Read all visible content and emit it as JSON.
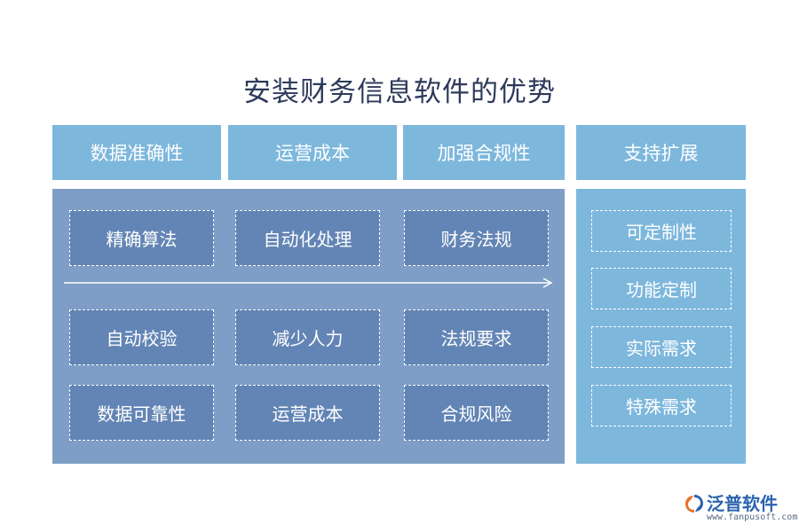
{
  "title": "安装财务信息软件的优势",
  "headers": [
    "数据准确性",
    "运营成本",
    "加强合规性",
    "支持扩展"
  ],
  "left_grid": [
    [
      "精确算法",
      "自动化处理",
      "财务法规"
    ],
    [
      "自动校验",
      "减少人力",
      "法规要求"
    ],
    [
      "数据可靠性",
      "运营成本",
      "合规风险"
    ]
  ],
  "right_list": [
    "可定制性",
    "功能定制",
    "实际需求",
    "特殊需求"
  ],
  "logo": {
    "name": "泛普软件",
    "url": "www.fanpusoft.com"
  },
  "colors": {
    "header_bg": "#7db7dc",
    "left_panel_bg": "#7f9ec7",
    "left_box_bg": "#6385b5",
    "right_panel_bg": "#7db7dc",
    "title_text": "#2d3a5a",
    "logo_blue": "#2b64b0",
    "logo_orange": "#e8712a"
  }
}
